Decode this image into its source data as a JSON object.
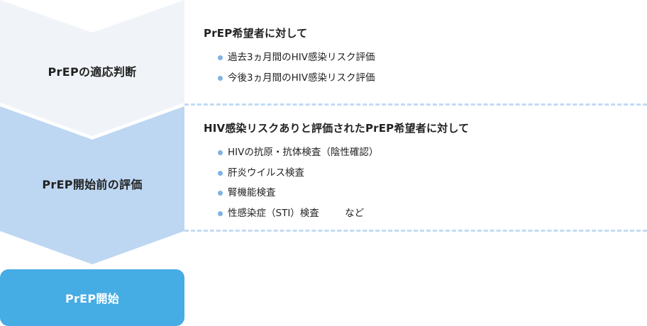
{
  "flow": {
    "steps": [
      {
        "label": "PrEPの適応判断",
        "color": "#f0f4f9"
      },
      {
        "label": "PrEP開始前の評価",
        "color": "#bdd7f2"
      }
    ],
    "final_step": {
      "label": "PrEP開始",
      "color": "#45ace4"
    }
  },
  "sections": [
    {
      "heading": "PrEP希望者に対して",
      "items": [
        {
          "text": "過去3ヵ月間のHIV感染リスク評価"
        },
        {
          "text": "今後3ヵ月間のHIV感染リスク評価"
        }
      ]
    },
    {
      "heading": "HIV感染リスクありと評価されたPrEP希望者に対して",
      "items": [
        {
          "text": "HIVの抗原・抗体検査（陰性確認）"
        },
        {
          "text": "肝炎ウイルス検査"
        },
        {
          "text": "腎機能検査"
        },
        {
          "text": "性感染症（STI）検査",
          "suffix": "など"
        }
      ]
    }
  ],
  "colors": {
    "bullet": "#7fb3e3",
    "divider": "#c3dbf3"
  }
}
